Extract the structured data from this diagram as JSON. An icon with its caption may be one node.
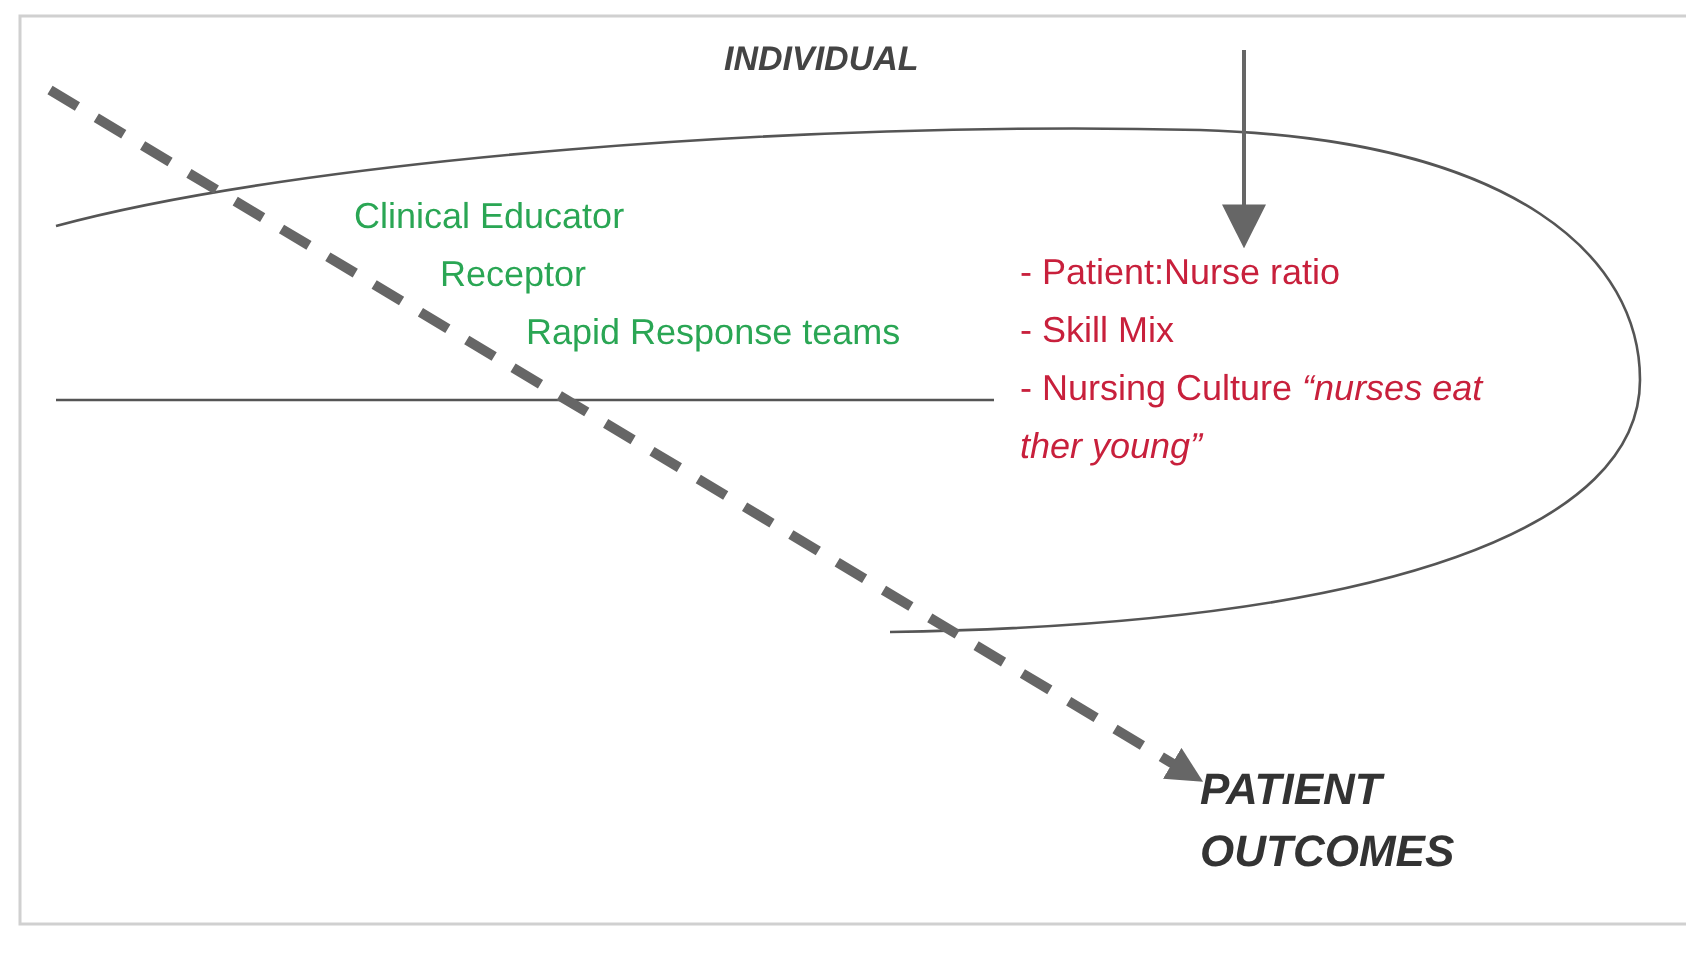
{
  "diagram": {
    "nodes": [
      {
        "text": [
          "- Patient:Nurse ratio",
          "- Skill Mix",
          "- Nursing Culture *“nurses eat ther young”*"
        ]
      },
      {
        "text": [
          "PATIENT OUTCOMES"
        ]
      }
    ],
    "edges": [
      {
        "from": null,
        "to": 0,
        "arrow": "to"
      },
      {
        "from": null,
        "to": 1,
        "arrow": "to",
        "style": "dashed"
      }
    ],
    "labels": [
      "INDIVIDUAL",
      "Clinical Educator",
      "Receptor",
      "Rapid Response teams"
    ]
  }
}
